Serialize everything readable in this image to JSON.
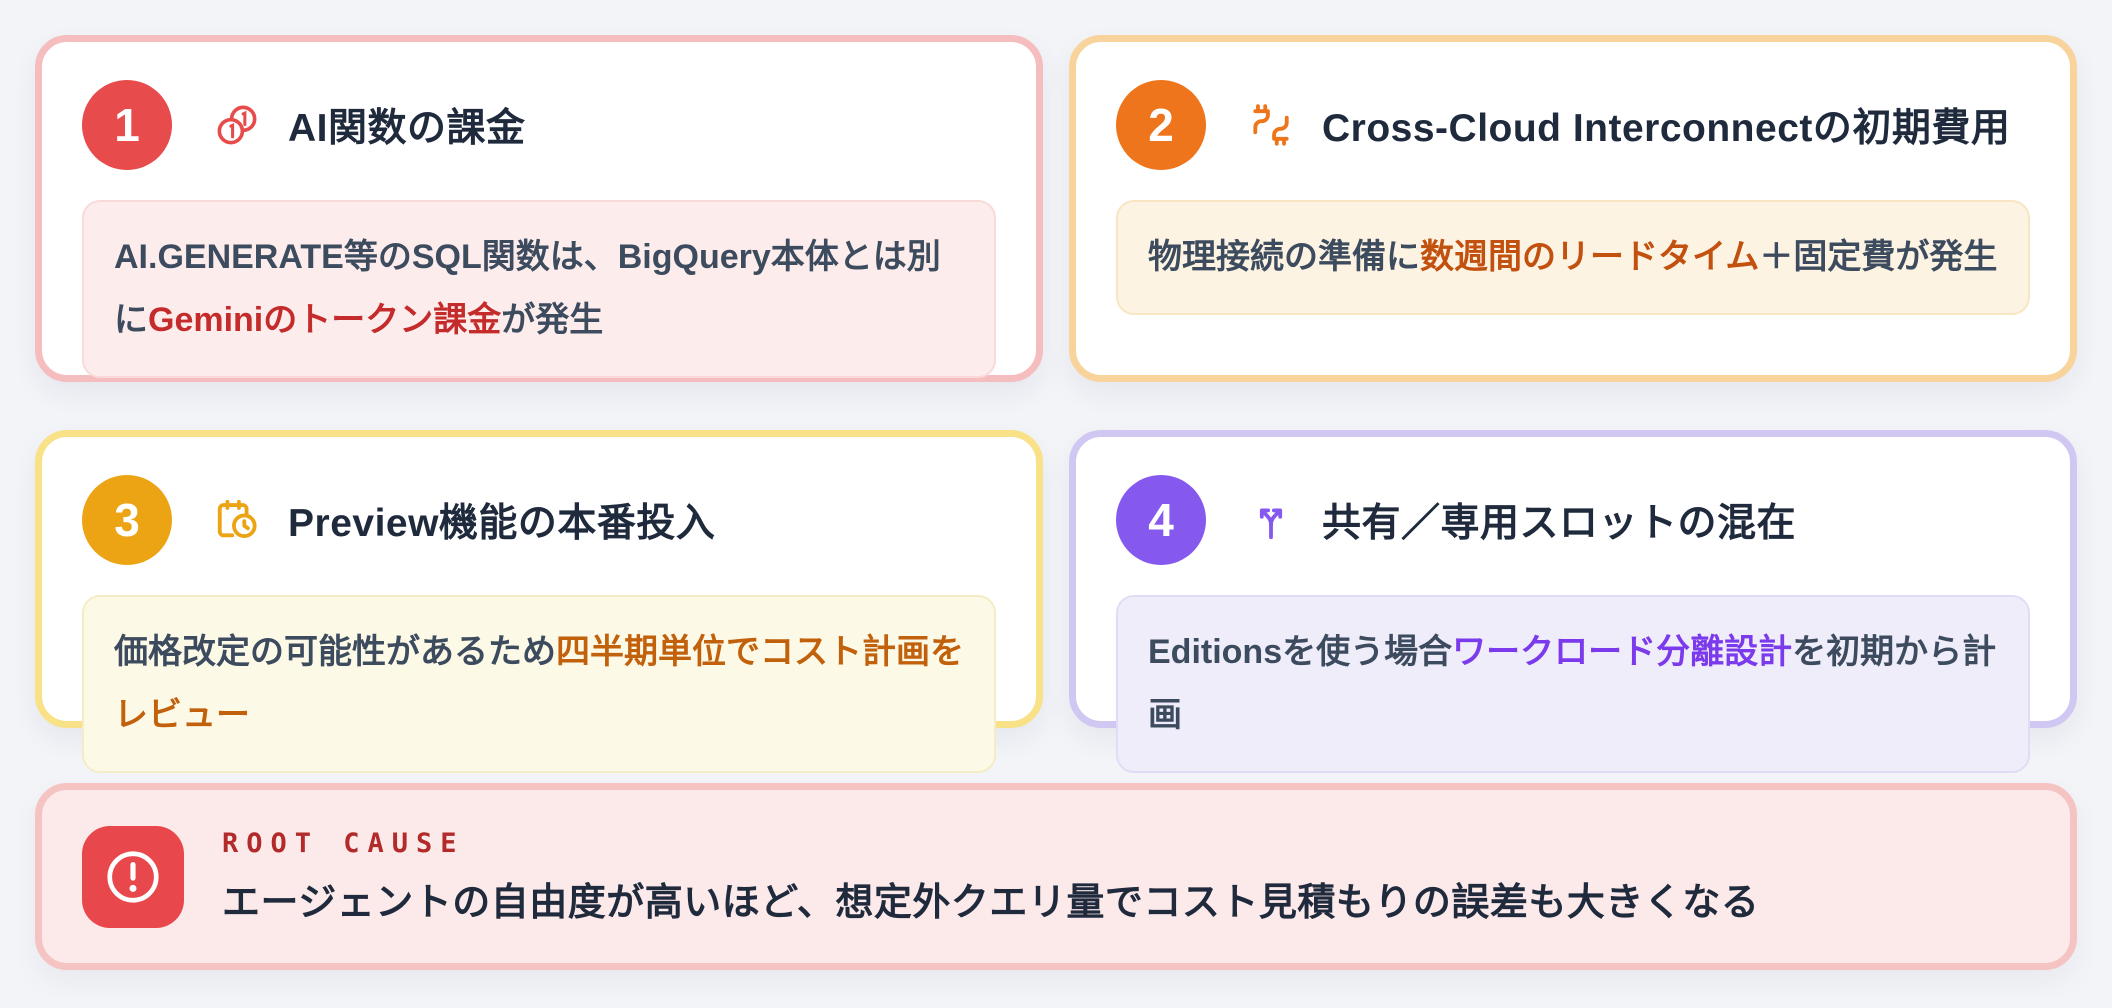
{
  "cards": [
    {
      "number": "1",
      "icon": "coins-icon",
      "title": "AI関数の課金",
      "body_pre": "AI.GENERATE等のSQL関数は、BigQuery本体とは別に",
      "body_highlight": "Geminiのトークン課金",
      "body_post": "が発生",
      "accent_color": "#e84b4b",
      "border_color": "#f5bdbd",
      "highlight_color": "#c42b2b"
    },
    {
      "number": "2",
      "icon": "plug-cable-icon",
      "title": "Cross-Cloud Interconnectの初期費用",
      "body_pre": "物理接続の準備に",
      "body_highlight": "数週間のリードタイム",
      "body_post": "＋固定費が発生",
      "accent_color": "#ee751b",
      "border_color": "#f8d49c",
      "highlight_color": "#c2500e"
    },
    {
      "number": "3",
      "icon": "calendar-clock-icon",
      "title": "Preview機能の本番投入",
      "body_pre": "価格改定の可能性があるため",
      "body_highlight": "四半期単位でコスト計画をレビュー",
      "body_post": "",
      "accent_color": "#eca414",
      "border_color": "#f8e187",
      "highlight_color": "#c2610c"
    },
    {
      "number": "4",
      "icon": "split-arrows-icon",
      "title": "共有／専用スロットの混在",
      "body_pre": "Editionsを使う場合",
      "body_highlight": "ワークロード分離設計",
      "body_post": "を初期から計画",
      "accent_color": "#8659ee",
      "border_color": "#d0c8f2",
      "highlight_color": "#7c3aed"
    }
  ],
  "banner": {
    "label": "ROOT CAUSE",
    "text": "エージェントの自由度が高いほど、想定外クエリ量でコスト見積もりの誤差も大きくなる",
    "icon": "alert-icon",
    "accent_color": "#e8474b",
    "label_color": "#b32a2a"
  }
}
